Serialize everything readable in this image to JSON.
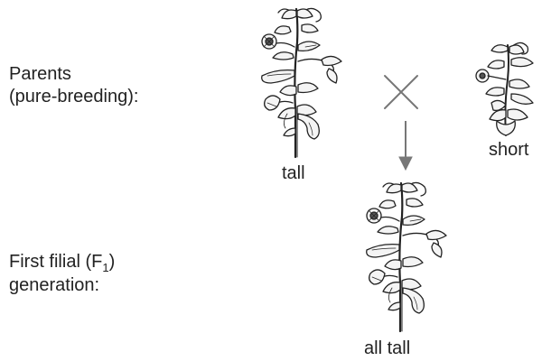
{
  "labels": {
    "parents_line1": "Parents",
    "parents_line2": "(pure-breeding):",
    "f1_line1_pre": "First filial (F",
    "f1_subscript": "1",
    "f1_line1_post": ")",
    "f1_line2": "generation:"
  },
  "plants": {
    "tall_caption": "tall",
    "short_caption": "short",
    "offspring_caption": "all tall"
  },
  "symbols": {
    "cross": "cross-symbol",
    "arrow": "down-arrow",
    "plant_icon": "pea-plant-icon"
  },
  "colors": {
    "ink": "#222222",
    "leaf_fill": "#f4f4f4",
    "arrow_gray": "#777777"
  }
}
